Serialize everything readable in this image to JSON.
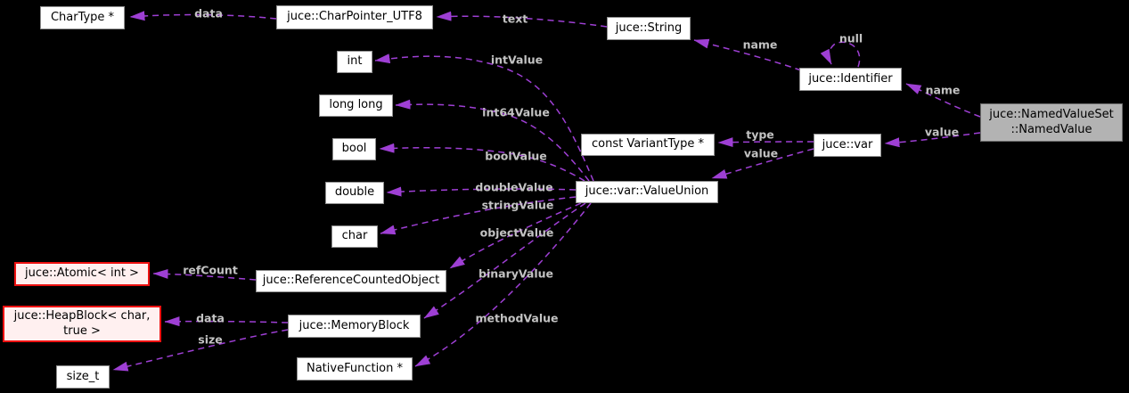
{
  "diagram": {
    "kind": "collaboration-graph",
    "highlighted_node": "juce::NamedValueSet::NamedValue",
    "colors": {
      "background": "#000000",
      "edge": "#9e3fd4",
      "edge_label": "#c3c3c3",
      "node_bg": "#ffffff",
      "node_border": "#8f8f8f",
      "node_text": "#000000",
      "highlight_bg": "#b3b3b3",
      "highlight_border": "#6a6a6a",
      "template_bg": "#fff0f0",
      "template_border": "#ee1111"
    },
    "nodes": {
      "chartype": {
        "label": "CharType *"
      },
      "charpointer": {
        "label": "juce::CharPointer_UTF8"
      },
      "string": {
        "label": "juce::String"
      },
      "identifier": {
        "label": "juce::Identifier"
      },
      "namedvalue": {
        "line1": "juce::NamedValueSet",
        "line2": "::NamedValue"
      },
      "int": {
        "label": "int"
      },
      "longlong": {
        "label": "long long"
      },
      "bool": {
        "label": "bool"
      },
      "variant": {
        "label": "const VariantType *"
      },
      "var": {
        "label": "juce::var"
      },
      "double": {
        "label": "double"
      },
      "valueunion": {
        "label": "juce::var::ValueUnion"
      },
      "char": {
        "label": "char"
      },
      "atomic": {
        "label": "juce::Atomic< int >"
      },
      "refcounted": {
        "label": "juce::ReferenceCountedObject"
      },
      "heapblock": {
        "line1": "juce::HeapBlock< char,",
        "line2": "true >"
      },
      "memoryblock": {
        "label": "juce::MemoryBlock"
      },
      "sizet": {
        "label": "size_t"
      },
      "nativefunction": {
        "label": "NativeFunction *"
      }
    },
    "edge_labels": {
      "data_chartype": "data",
      "text": "text",
      "name_string": "name",
      "null_loop": "null",
      "name_identifier": "name",
      "value_namedvalue": "value",
      "type": "type",
      "value_union": "value",
      "intValue": "intValue",
      "int64Value": "int64Value",
      "boolValue": "boolValue",
      "doubleValue": "doubleValue",
      "stringValue": "stringValue",
      "objectValue": "objectValue",
      "binaryValue": "binaryValue",
      "methodValue": "methodValue",
      "refCount": "refCount",
      "data_heapblock": "data",
      "size": "size"
    },
    "edges": [
      {
        "from": "juce::CharPointer_UTF8",
        "to": "CharType *",
        "label": "data"
      },
      {
        "from": "juce::String",
        "to": "juce::CharPointer_UTF8",
        "label": "text"
      },
      {
        "from": "juce::Identifier",
        "to": "juce::String",
        "label": "name"
      },
      {
        "from": "juce::Identifier",
        "to": "juce::Identifier",
        "label": "null"
      },
      {
        "from": "juce::NamedValueSet::NamedValue",
        "to": "juce::Identifier",
        "label": "name"
      },
      {
        "from": "juce::NamedValueSet::NamedValue",
        "to": "juce::var",
        "label": "value"
      },
      {
        "from": "juce::var",
        "to": "const VariantType *",
        "label": "type"
      },
      {
        "from": "juce::var",
        "to": "juce::var::ValueUnion",
        "label": "value"
      },
      {
        "from": "juce::var::ValueUnion",
        "to": "int",
        "label": "intValue"
      },
      {
        "from": "juce::var::ValueUnion",
        "to": "long long",
        "label": "int64Value"
      },
      {
        "from": "juce::var::ValueUnion",
        "to": "bool",
        "label": "boolValue"
      },
      {
        "from": "juce::var::ValueUnion",
        "to": "double",
        "label": "doubleValue"
      },
      {
        "from": "juce::var::ValueUnion",
        "to": "char",
        "label": "stringValue"
      },
      {
        "from": "juce::var::ValueUnion",
        "to": "juce::ReferenceCountedObject",
        "label": "objectValue"
      },
      {
        "from": "juce::var::ValueUnion",
        "to": "juce::MemoryBlock",
        "label": "binaryValue"
      },
      {
        "from": "juce::var::ValueUnion",
        "to": "NativeFunction *",
        "label": "methodValue"
      },
      {
        "from": "juce::ReferenceCountedObject",
        "to": "juce::Atomic< int >",
        "label": "refCount"
      },
      {
        "from": "juce::MemoryBlock",
        "to": "juce::HeapBlock< char, true >",
        "label": "data"
      },
      {
        "from": "juce::MemoryBlock",
        "to": "size_t",
        "label": "size"
      }
    ]
  }
}
